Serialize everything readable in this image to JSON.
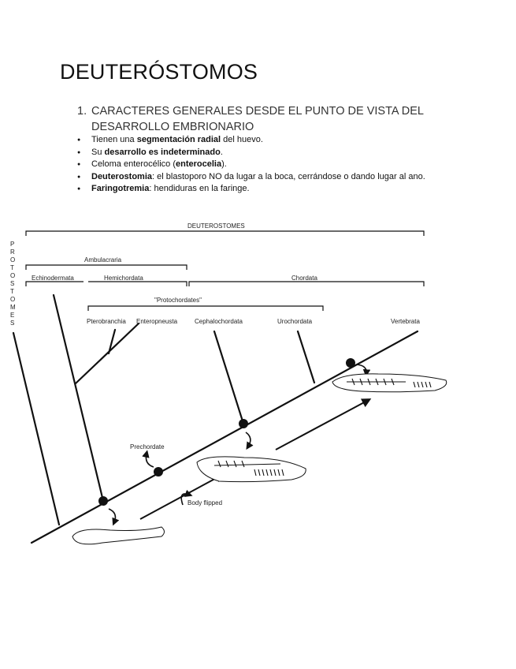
{
  "heading": "DEUTERÓSTOMOS",
  "section": {
    "number": "1.",
    "text": "CARACTERES GENERALES DESDE EL PUNTO DE VISTA DEL DESARROLLO EMBRIONARIO"
  },
  "bullets": [
    {
      "pre": "Tienen una ",
      "bold": "segmentación radial",
      "post": " del huevo."
    },
    {
      "pre": "Su ",
      "bold": "desarrollo es indeterminado",
      "post": "."
    },
    {
      "pre": "Celoma enterocélico (",
      "bold": "enterocelia",
      "post": ")."
    },
    {
      "pre": "",
      "bold": "Deuterostomia",
      "post": ": el blastoporo NO da lugar a la boca, cerrándose o dando lugar al ano."
    },
    {
      "pre": "",
      "bold": "Faringotremia",
      "post": ": hendiduras en la faringe."
    }
  ],
  "tree": {
    "top_label": "DEUTEROSTOMES",
    "protostomes_letters": [
      "P",
      "R",
      "O",
      "T",
      "O",
      "S",
      "T",
      "O",
      "M",
      "E",
      "S"
    ],
    "ambulacraria": "Ambulacraria",
    "echinodermata": "Echinodermata",
    "hemichordata": "Hemichordata",
    "chordata": "Chordata",
    "protochordates": "\"Protochordates\"",
    "pterobranchia": "Pterobranchia",
    "enteropneusta": "Enteropneusta",
    "cephalochordata": "Cephalochordata",
    "urochordata": "Urochordata",
    "vertebrata": "Vertebrata",
    "prechordate": "Prechordate",
    "body_flipped": "Body flipped"
  }
}
